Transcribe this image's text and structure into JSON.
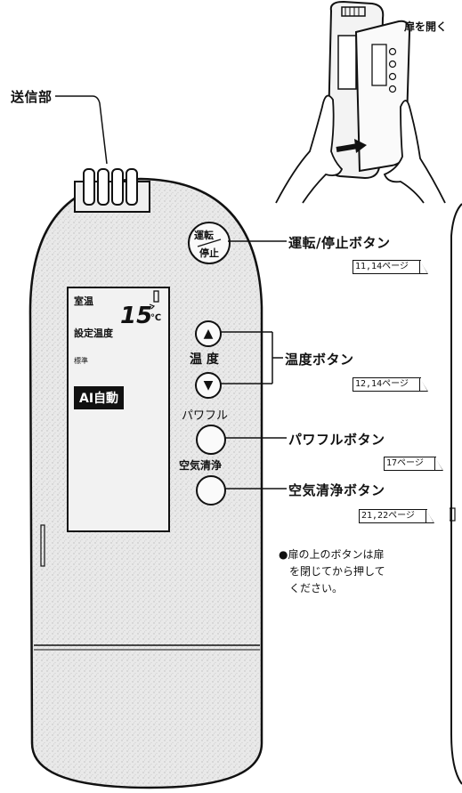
{
  "top_caption": "扉を開く",
  "transmitter_label": "送信部",
  "remote": {
    "run_stop_button": {
      "line1": "運転",
      "line2": "停止"
    },
    "lcd": {
      "room_temp_label": "室温",
      "temp_value": "15",
      "temp_unit": "℃",
      "set_temp_label": "設定温度",
      "standard_label": "標準",
      "mode_label": "AI自動"
    },
    "temp_up_symbol": "▲",
    "temp_down_symbol": "▼",
    "temp_label": "温 度",
    "powerful_label": "パワフル",
    "air_clean_label": "空気清浄"
  },
  "callouts": [
    {
      "name": "運転/停止ボタン",
      "ref": "11,14ページ"
    },
    {
      "name": "温度ボタン",
      "ref": "12,14ページ"
    },
    {
      "name": "パワフルボタン",
      "ref": "17ページ"
    },
    {
      "name": "空気清浄ボタン",
      "ref": "21,22ページ"
    }
  ],
  "note": {
    "bullet": "●",
    "line1": "扉の上のボタンは扉",
    "line2": "を閉じてから押して",
    "line3": "ください。"
  }
}
